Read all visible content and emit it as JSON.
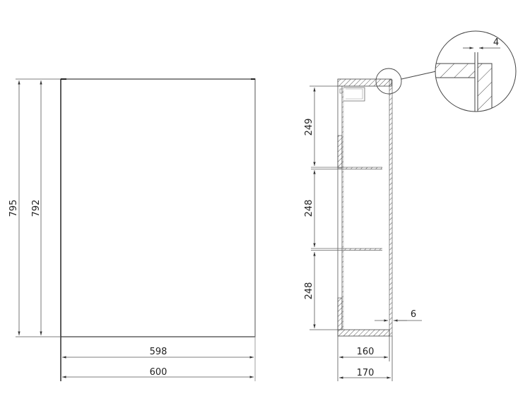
{
  "front_view": {
    "height_outer": "795",
    "height_inner": "792",
    "width_inner": "598",
    "width_outer": "600"
  },
  "side_view": {
    "compartment_top": "249",
    "compartment_middle": "248",
    "compartment_bottom": "248",
    "depth_inner": "160",
    "depth_outer": "170",
    "back_panel_thickness": "6"
  },
  "detail_view": {
    "gap": "4"
  },
  "colors": {
    "line": "#3a3a3a",
    "dim_line": "#555555",
    "hatch": "#555555"
  }
}
